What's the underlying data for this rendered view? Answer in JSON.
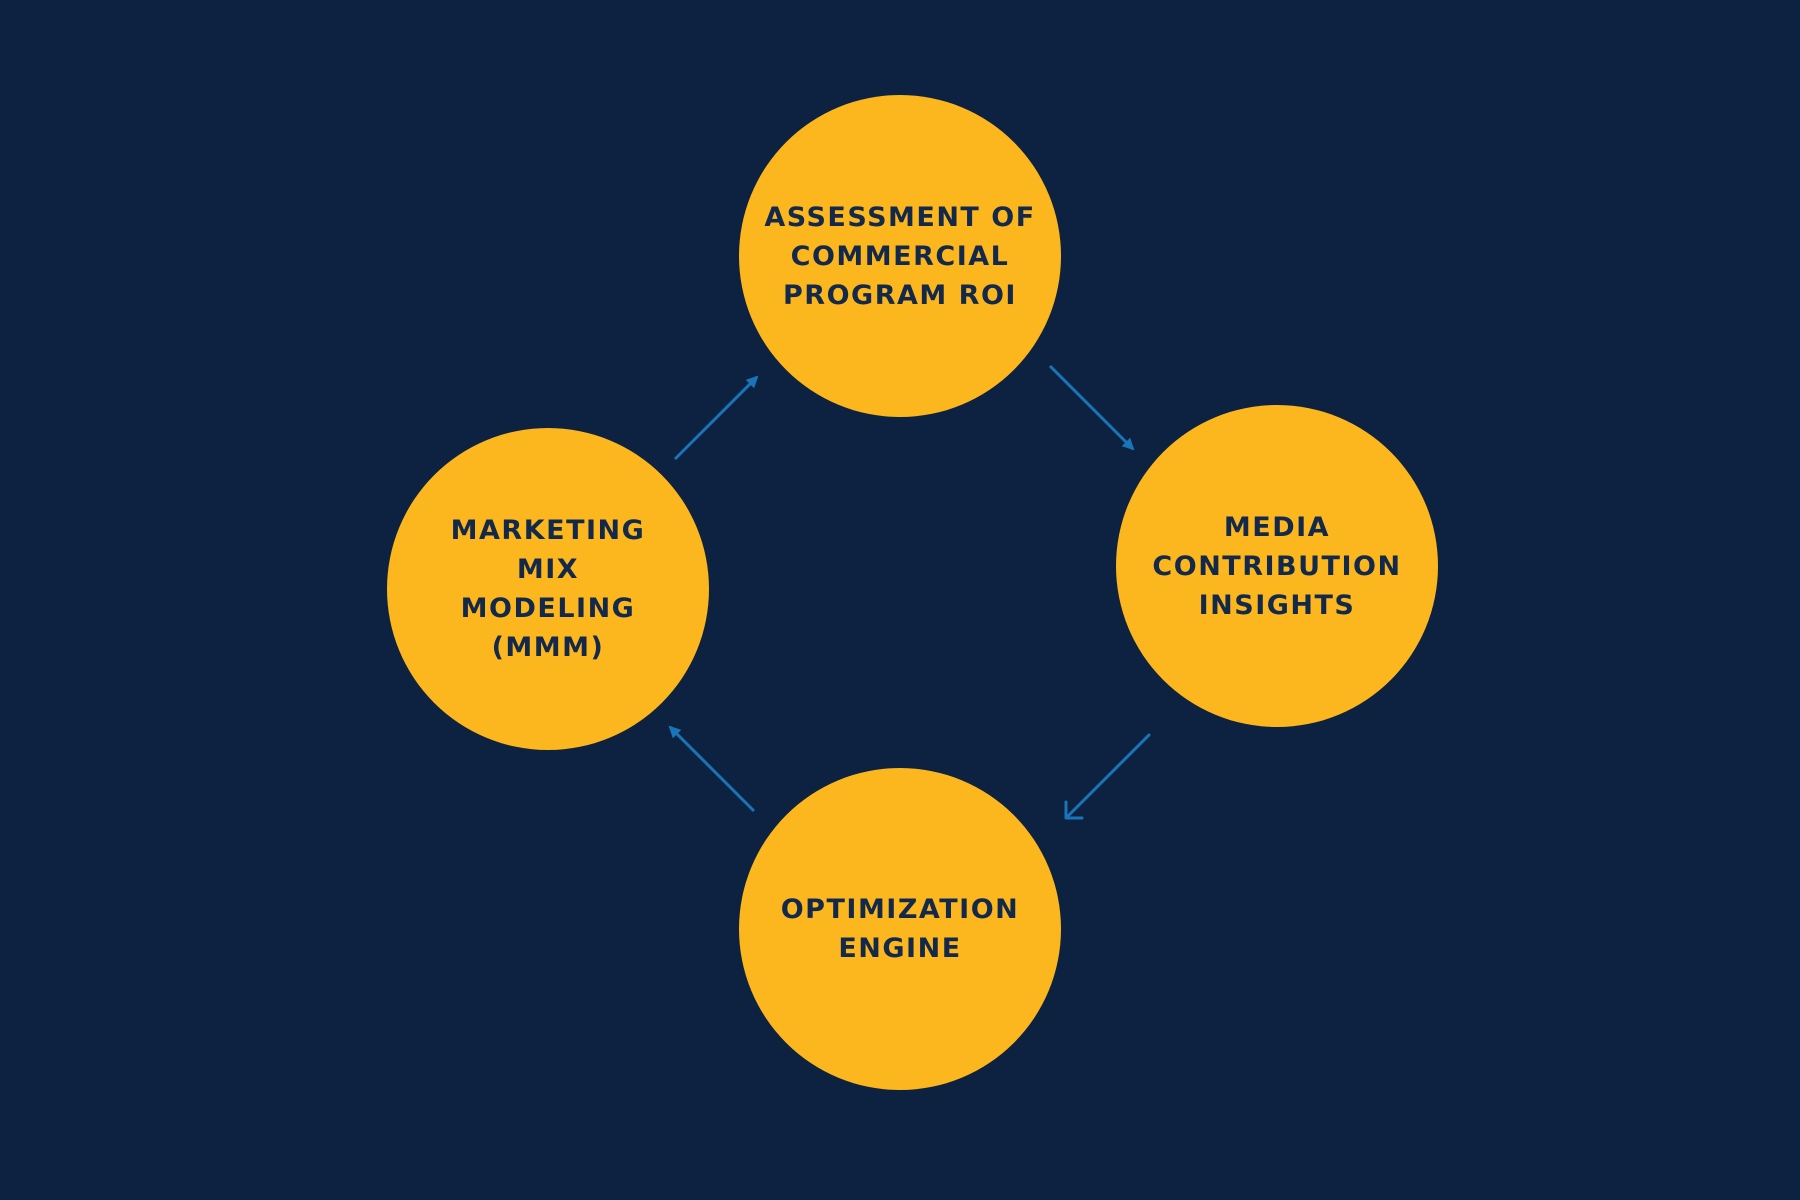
{
  "diagram": {
    "nodes": [
      {
        "id": "assessment",
        "label": "ASSESSMENT OF\nCOMMERCIAL\nPROGRAM ROI"
      },
      {
        "id": "media",
        "label": "MEDIA\nCONTRIBUTION\nINSIGHTS"
      },
      {
        "id": "optimization",
        "label": "OPTIMIZATION\nENGINE"
      },
      {
        "id": "mmm",
        "label": "MARKETING\nMIX\nMODELING\n(MMM)"
      }
    ],
    "edges": [
      {
        "from": "assessment",
        "to": "media"
      },
      {
        "from": "media",
        "to": "optimization"
      },
      {
        "from": "optimization",
        "to": "mmm"
      },
      {
        "from": "mmm",
        "to": "assessment"
      }
    ],
    "colors": {
      "background": "#0d2240",
      "node_fill": "#fdb71e",
      "node_text": "#13294b",
      "arrow": "#1a74b8"
    }
  }
}
